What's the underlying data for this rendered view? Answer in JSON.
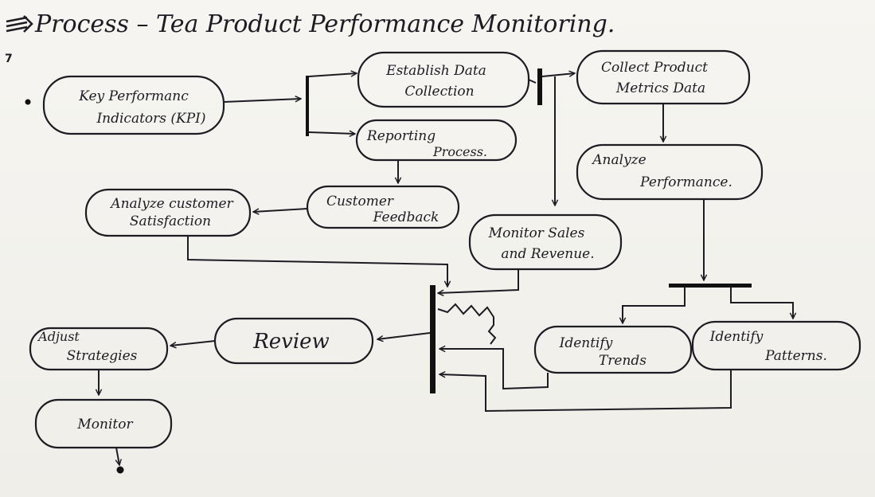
{
  "title": "Process – Tea Product Performance Monitoring.",
  "page_marker": "7",
  "nodes": {
    "kpi": [
      "Key Performanc",
      "Indicators (KPI)"
    ],
    "establish": [
      "Establish Data",
      "Collection"
    ],
    "collect": [
      "Collect Product",
      "Metrics Data"
    ],
    "reporting": [
      "Reporting",
      "Process."
    ],
    "analyze_perf": [
      "Analyze",
      "Performance."
    ],
    "feedback": [
      "Customer",
      "Feedback"
    ],
    "analyze_cust": [
      "Analyze customer",
      "Satisfaction"
    ],
    "monitor_sales": [
      "Monitor Sales",
      "and Revenue."
    ],
    "trends": [
      "Identify",
      "Trends"
    ],
    "patterns": [
      "Identify",
      "Patterns."
    ],
    "review": [
      "Review"
    ],
    "adjust": [
      "Adjust",
      "Strategies"
    ],
    "monitor": [
      "Monitor"
    ]
  }
}
